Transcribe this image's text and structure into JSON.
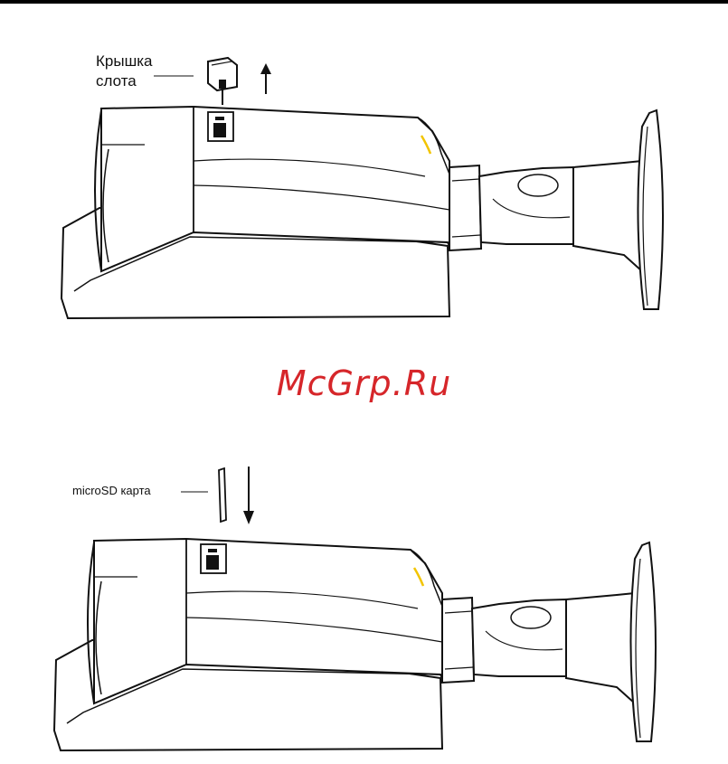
{
  "callouts": {
    "slot_cover": "Крышка\nслота",
    "microsd_card": "microSD карта"
  },
  "watermark": "McGrp.Ru",
  "colors": {
    "watermark": "#d6262a",
    "line": "#111111",
    "accent": "#f2c400"
  }
}
